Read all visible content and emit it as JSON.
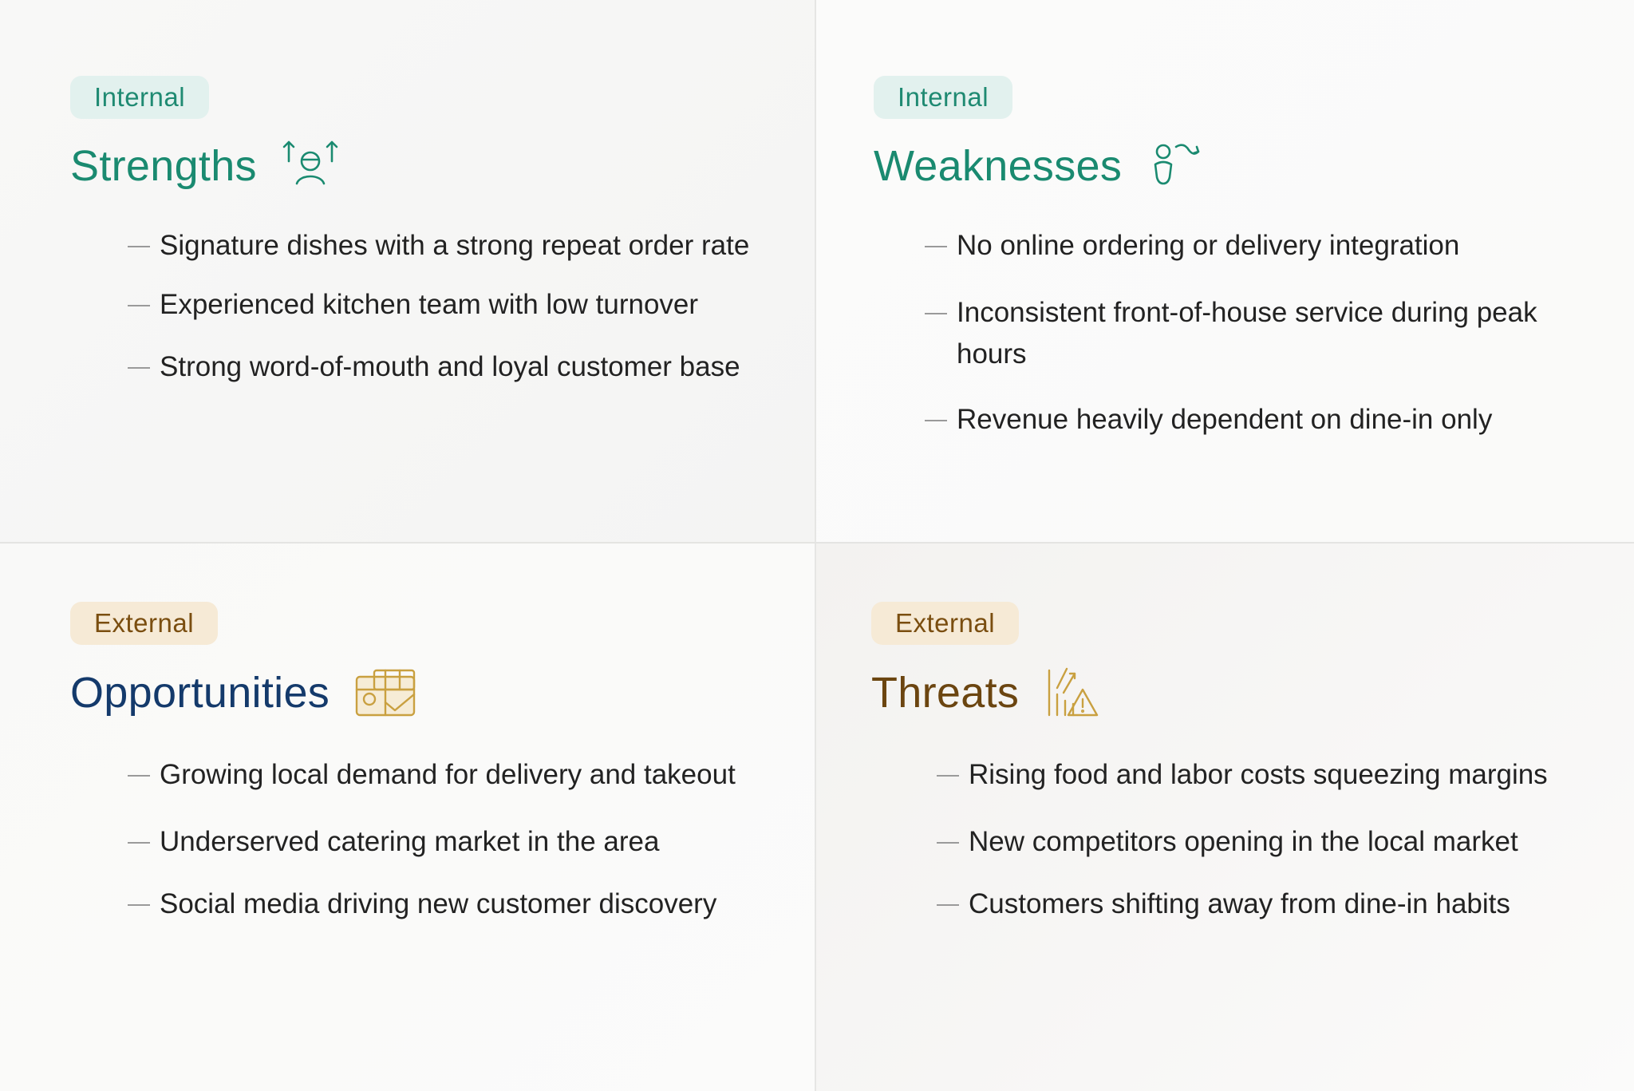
{
  "quadrants": {
    "strengths": {
      "badge": "Internal",
      "title": "Strengths",
      "icon": "person-arrows-up-icon",
      "items": [
        "Signature dishes with a strong repeat order rate",
        "Experienced kitchen team with low turnover",
        "Strong word-of-mouth and loyal customer base"
      ]
    },
    "weaknesses": {
      "badge": "Internal",
      "title": "Weaknesses",
      "icon": "person-arrow-down-icon",
      "items": [
        "No online ordering or delivery integration",
        "Inconsistent front-of-house service during peak hours",
        "Revenue heavily dependent on dine-in only"
      ]
    },
    "opportunities": {
      "badge": "External",
      "title": "Opportunities",
      "icon": "map-check-icon",
      "items": [
        "Growing local demand for delivery and takeout",
        "Underserved catering market in the area",
        "Social media driving new customer discovery"
      ]
    },
    "threats": {
      "badge": "External",
      "title": "Threats",
      "icon": "chart-warning-icon",
      "items": [
        "Rising food and labor costs squeezing margins",
        "New competitors opening in the local market",
        "Customers shifting away from dine-in habits"
      ]
    }
  },
  "colors": {
    "teal": "#1a8a70",
    "navy": "#143a6b",
    "brown": "#6b4510",
    "internal_badge_bg": "#e2f1ee",
    "external_badge_bg": "#f6ead6"
  }
}
